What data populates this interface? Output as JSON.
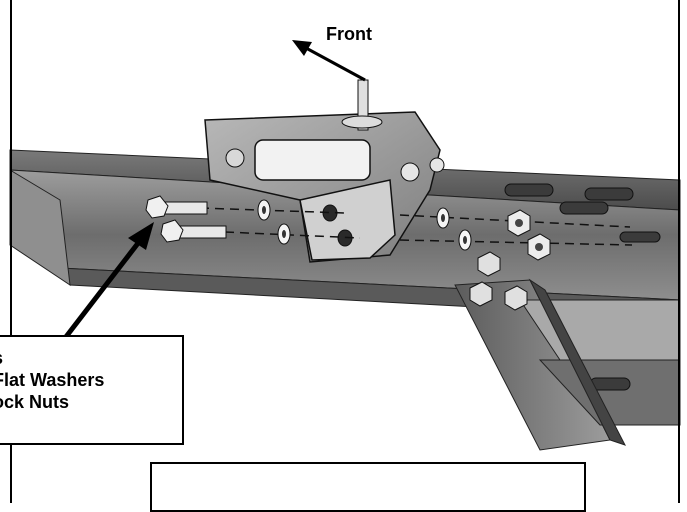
{
  "figure": {
    "direction_label": "Front",
    "callout_lines": [
      "s",
      "Flat Washers",
      "ock Nuts"
    ],
    "colors": {
      "rail_dark": "#4a4a4a",
      "rail_mid": "#8a8a8a",
      "rail_light": "#c8c8c8",
      "hardware": "#e6e6e6",
      "outline": "#111111"
    }
  }
}
